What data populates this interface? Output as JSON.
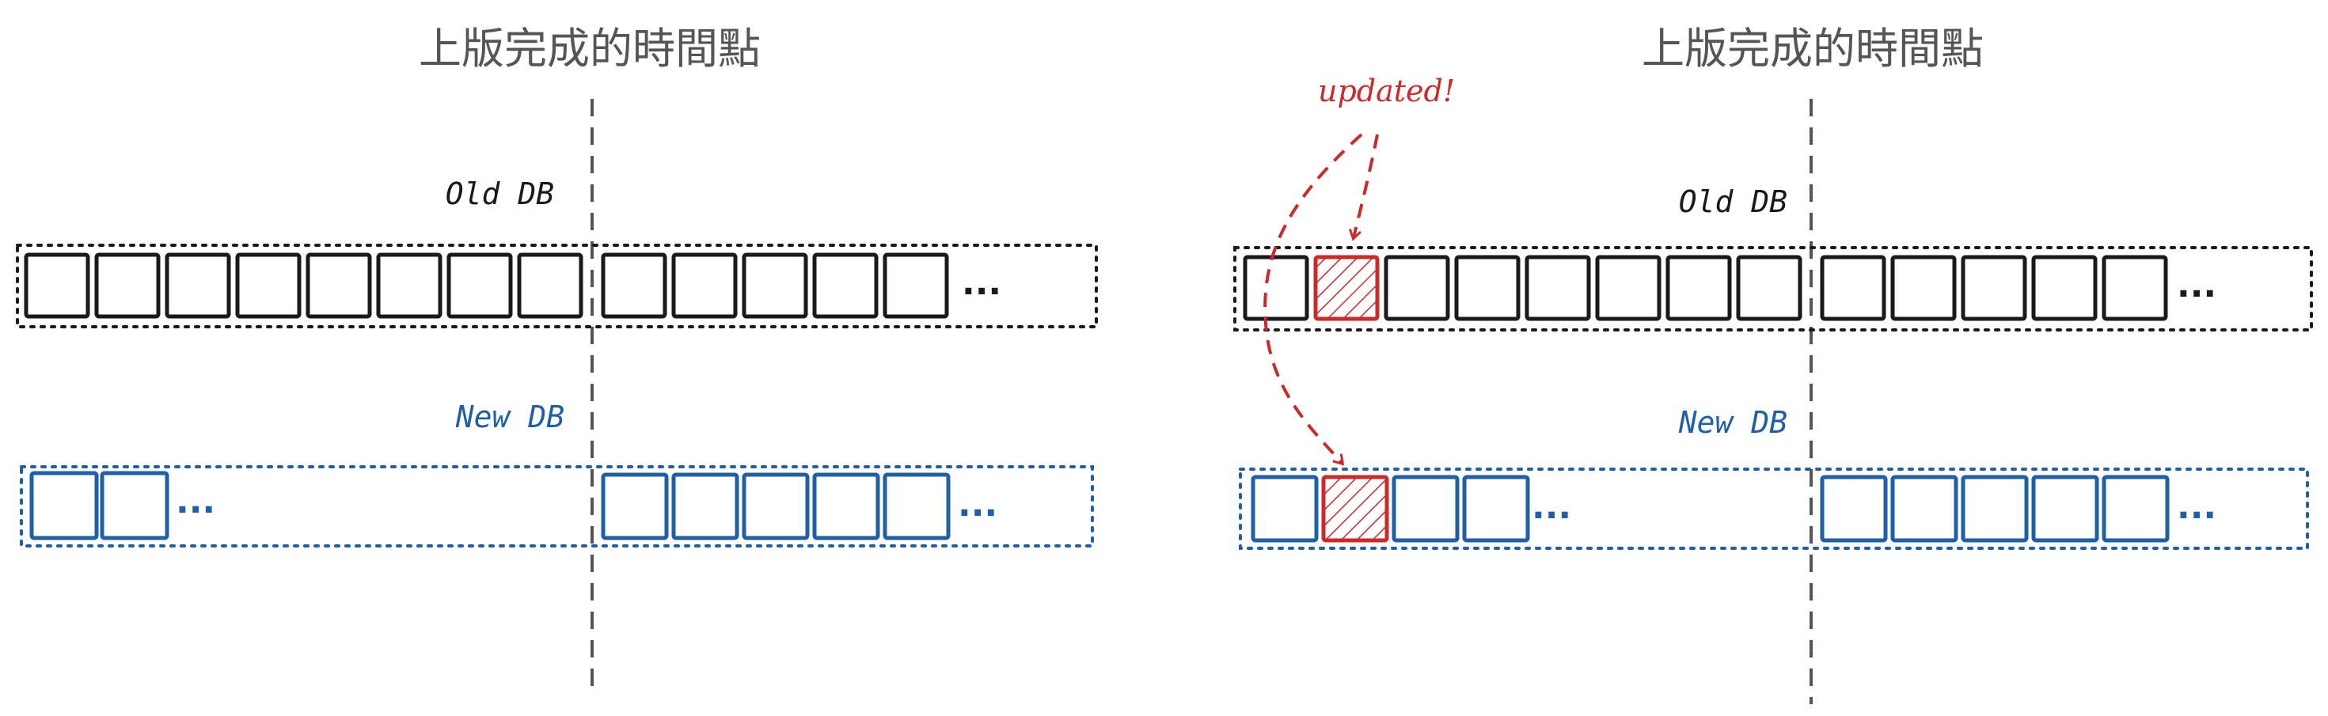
{
  "colors": {
    "old": "#1a1a1a",
    "new": "#1f5fa6",
    "updated": "#cc2a2a",
    "divider": "#555555",
    "title": "#555555"
  },
  "panels": [
    {
      "title": "上版完成的時間點",
      "old_label": "Old DB",
      "new_label": "New DB",
      "old_boxes_before": 8,
      "old_boxes_after": 5,
      "new_boxes_before": 2,
      "new_boxes_after": 5,
      "old_tail": "...",
      "new_before_tail": "...",
      "new_after_tail": "...",
      "annotation": null
    },
    {
      "title": "上版完成的時間點",
      "old_label": "Old DB",
      "new_label": "New DB",
      "old_boxes_before": 8,
      "old_boxes_after": 5,
      "new_boxes_before": 4,
      "new_boxes_after": 5,
      "old_tail": "...",
      "new_before_tail": "...",
      "new_after_tail": "...",
      "highlight_index": 1,
      "annotation": "updated!"
    }
  ]
}
